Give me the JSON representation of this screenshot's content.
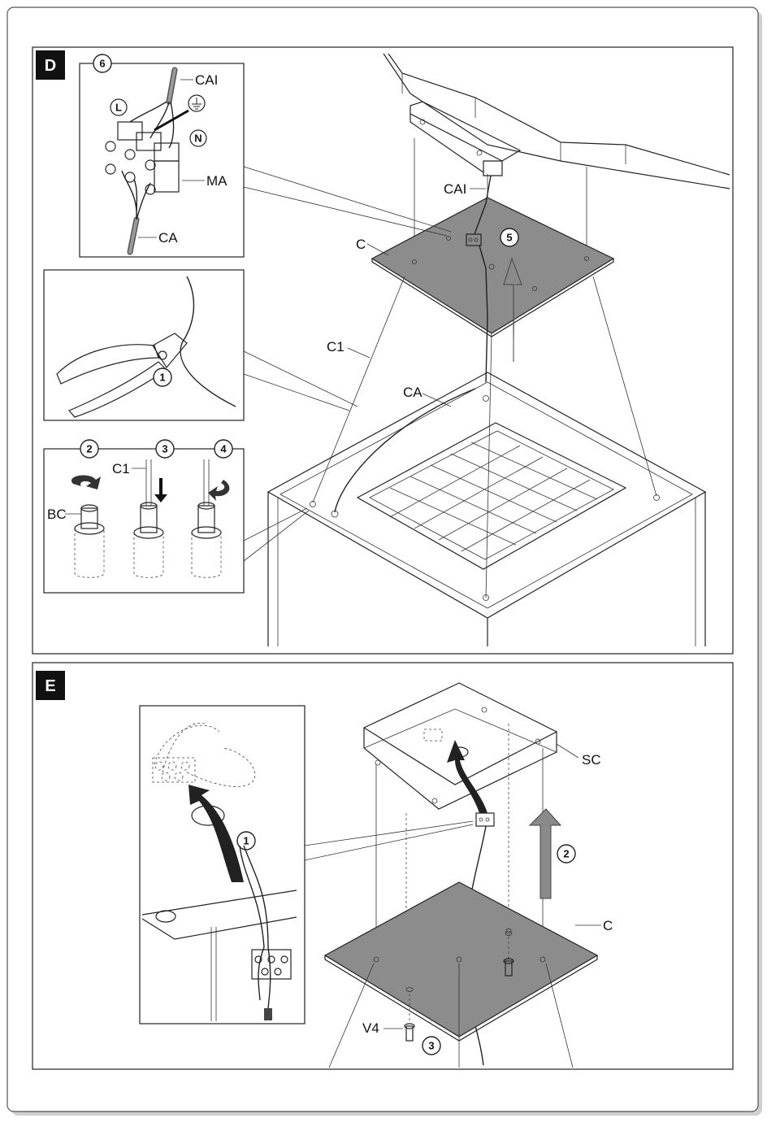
{
  "section_d": {
    "badge": "D",
    "steps": {
      "s1": "1",
      "s2": "2",
      "s3": "3",
      "s4": "4",
      "s5": "5",
      "s6": "6"
    },
    "labels": {
      "cai_detail": "CAI",
      "l": "L",
      "n": "N",
      "ma": "MA",
      "ca_detail": "CA",
      "cai_main": "CAI",
      "c_main": "C",
      "c1_main": "C1",
      "ca_main": "CA",
      "c1_detail": "C1",
      "bc": "BC"
    }
  },
  "section_e": {
    "badge": "E",
    "steps": {
      "s1": "1",
      "s2": "2",
      "s3": "3"
    },
    "labels": {
      "sc": "SC",
      "c": "C",
      "v4": "V4"
    }
  }
}
